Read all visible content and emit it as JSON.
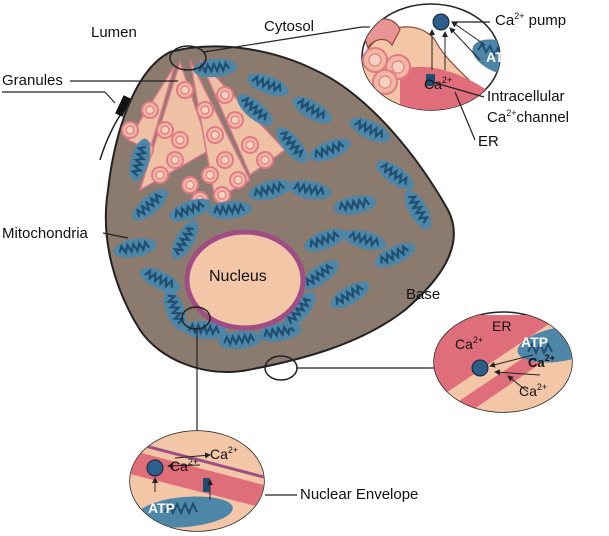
{
  "labels": {
    "lumen": "Lumen",
    "cytosol": "Cytosol",
    "granules": "Granules",
    "mitochondria": "Mitochondria",
    "nucleus": "Nucleus",
    "base": "Base",
    "nuclear_envelope": "Nuclear Envelope",
    "ca_pump_prefix": "Ca",
    "ca_pump_charge": "2+",
    "ca_pump_suffix": " pump",
    "intracellular": "Intracellular",
    "ca_channel_prefix": "Ca",
    "ca_channel_charge": "2+",
    "ca_channel_suffix": "channel",
    "er_top": "ER"
  },
  "insets": {
    "top": {
      "atp": "ATP",
      "ca": "Ca",
      "charge": "2+"
    },
    "right": {
      "er": "ER",
      "atp": "ATP",
      "ca": "Ca",
      "charge": "2+"
    },
    "bottom": {
      "atp": "ATP",
      "ca": "Ca",
      "charge": "2+"
    }
  },
  "colors": {
    "cell": "#8b7a6e",
    "mitochondria": "#4e86a8",
    "cristae": "#1e4f72",
    "granule": "#f2b8a2",
    "granule_ring": "#e07a88",
    "er": "#e06e7a",
    "cytosol": "#f2c6a6",
    "nuclear_envelope": "#a04d86"
  }
}
